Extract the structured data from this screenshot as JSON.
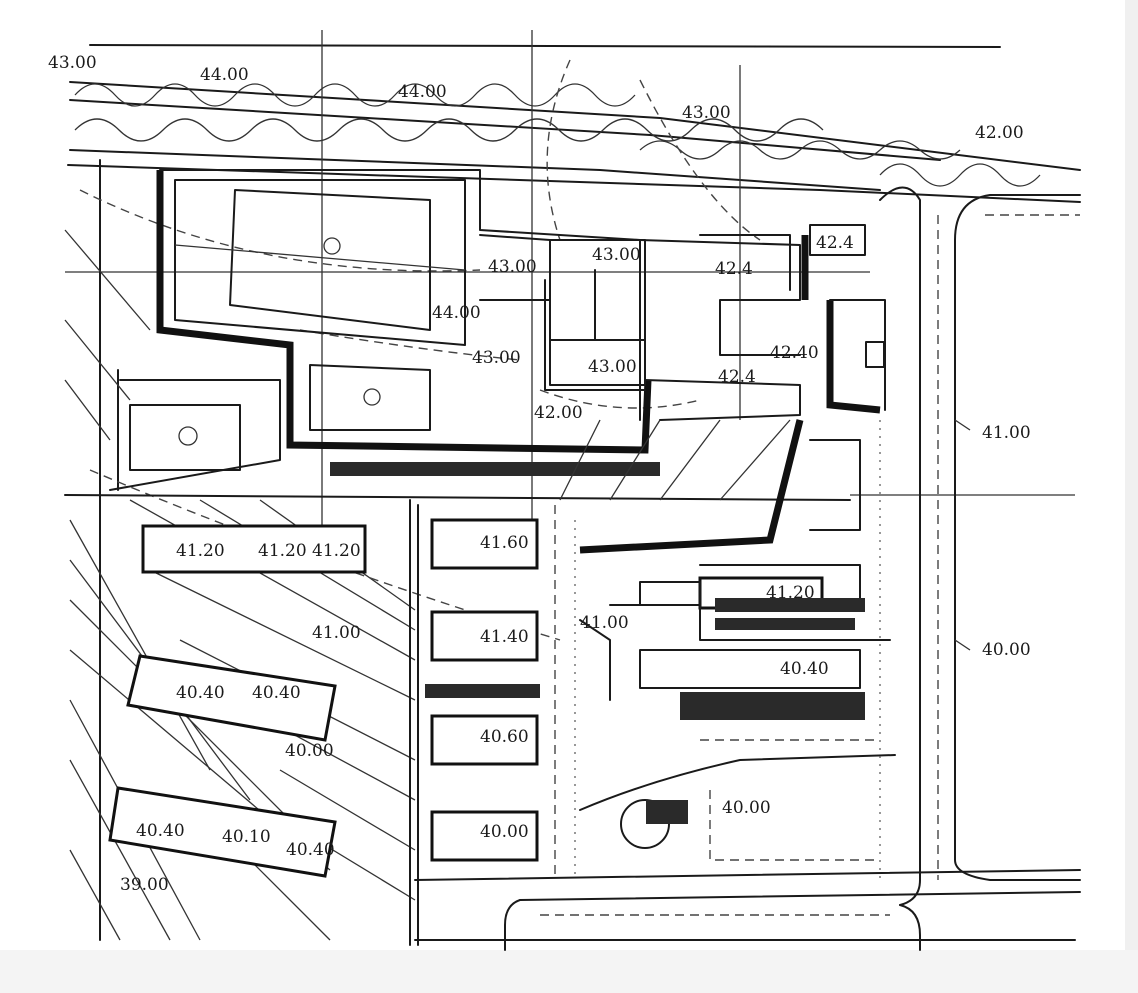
{
  "elevations": [
    "43.00",
    "44.00",
    "44.00",
    "43.00",
    "42.00",
    "42.4",
    "43.00",
    "43.00",
    "42.4",
    "44.00",
    "43.00",
    "43.00",
    "42.4",
    "42.00",
    "42.40",
    "41.00",
    "41.20",
    "41.20",
    "41.20",
    "41.60",
    "41.20",
    "41.00",
    "41.40",
    "41.00",
    "40.40",
    "40.40",
    "40.40",
    "40.00",
    "40.00",
    "40.60",
    "40.00",
    "40.00",
    "40.40",
    "40.10",
    "40.40",
    "39.00"
  ],
  "colors": {
    "ink": "#1a1a1a",
    "paper": "#ffffff",
    "margin": "#f0f0f0"
  }
}
